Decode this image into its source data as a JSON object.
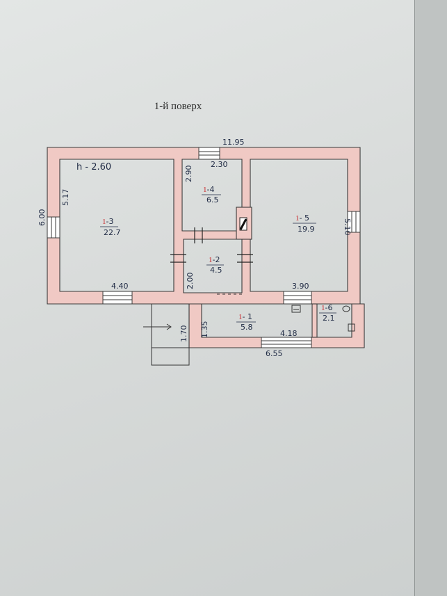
{
  "floor_title": "1-й поверх",
  "ceiling_height": "h - 2.60",
  "colors": {
    "wall_fill": "#f0c9c4",
    "wall_line": "#3a3a3a",
    "ink": "#1f2a44",
    "room_number_ink": "#c8282b"
  },
  "dimensions": {
    "overall_length": "11.95",
    "overall_width": "6.00",
    "room_1_3_length": "4.40",
    "room_1_3_width": "5.17",
    "room_1_4_length": "2.30",
    "room_1_4_width": "2.90",
    "room_1_2_width": "2.00",
    "room_1_5_length": "3.90",
    "room_1_5_width": "5.10",
    "porch_depth": "1.70",
    "room_1_1_width": "1.35",
    "room_1_1_length": "4.18",
    "extension_length": "6.55"
  },
  "rooms": [
    {
      "id": "1-3",
      "prefix": "1",
      "suffix": "-3",
      "area": "22.7"
    },
    {
      "id": "1-4",
      "prefix": "1",
      "suffix": "-4",
      "area": "6.5"
    },
    {
      "id": "1-5",
      "prefix": "1",
      "suffix": "- 5",
      "area": "19.9"
    },
    {
      "id": "1-2",
      "prefix": "1",
      "suffix": "-2",
      "area": "4.5"
    },
    {
      "id": "1-1",
      "prefix": "1",
      "suffix": "- 1",
      "area": "5.8"
    },
    {
      "id": "1-6",
      "prefix": "1",
      "suffix": "-6",
      "area": "2.1"
    }
  ]
}
